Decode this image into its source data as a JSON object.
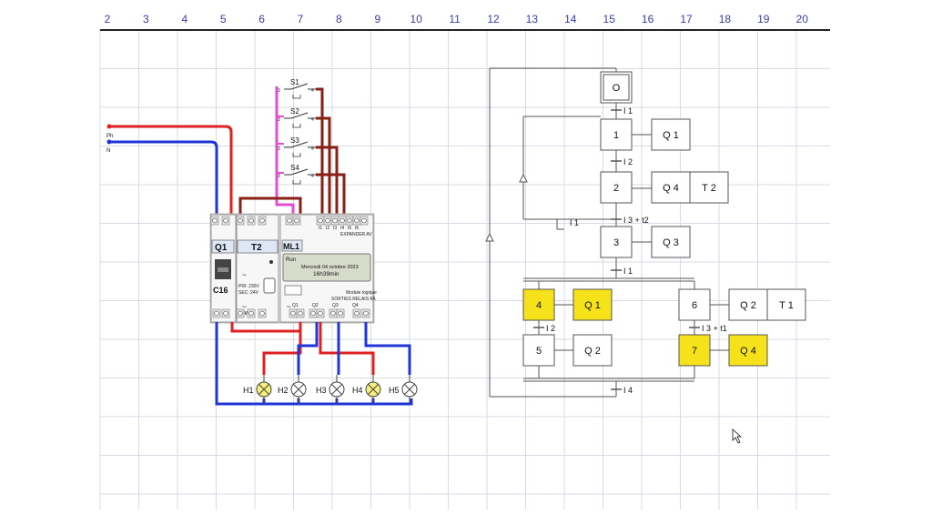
{
  "column_numbers": [
    "2",
    "3",
    "4",
    "5",
    "6",
    "7",
    "8",
    "9",
    "10",
    "11",
    "12",
    "13",
    "14",
    "15",
    "16",
    "17",
    "18",
    "19",
    "20"
  ],
  "wiring": {
    "supply_phase": "Ph",
    "supply_neutral": "N",
    "switches": [
      "S1",
      "S2",
      "S3",
      "S4"
    ],
    "switch_terminal_left": "3",
    "switch_terminal_right": "4",
    "breaker_label": "Q1",
    "breaker_rating": "C16",
    "transformer_label": "T2",
    "transformer_plate_1": "PRI: 230V",
    "transformer_plate_2": "SEC: 24V",
    "transformer_out": "24V",
    "controller_label": "ML1",
    "controller_brand": "EXPANDER AV",
    "controller_status": "Run",
    "controller_date": "Mercredi 04 octobre 2023",
    "controller_time": "16h39min",
    "controller_inputs": [
      "I1",
      "I2",
      "I3",
      "I4",
      "I5",
      "I6"
    ],
    "controller_outputs": [
      "Q1",
      "Q2",
      "Q3",
      "Q4"
    ],
    "controller_out_caption": "SORTIES RELAIS 8A",
    "controller_bottom_caption": "Module logique",
    "lamps": [
      {
        "name": "H1",
        "lit": true
      },
      {
        "name": "H2",
        "lit": false
      },
      {
        "name": "H3",
        "lit": false
      },
      {
        "name": "H4",
        "lit": true
      },
      {
        "name": "H5",
        "lit": false
      },
      {
        "name": "",
        "lit": false
      }
    ]
  },
  "grafcet": {
    "initial_step": "O",
    "steps": [
      {
        "id": "1",
        "active": false,
        "actions": [
          "Q 1"
        ]
      },
      {
        "id": "2",
        "active": false,
        "actions": [
          "Q 4",
          "T 2"
        ]
      },
      {
        "id": "3",
        "active": false,
        "actions": [
          "Q 3"
        ]
      },
      {
        "id": "4",
        "active": true,
        "actions": [
          "Q 1"
        ]
      },
      {
        "id": "5",
        "active": false,
        "actions": [
          "Q 2"
        ]
      },
      {
        "id": "6",
        "active": false,
        "actions": [
          "Q 2",
          "T 1"
        ]
      },
      {
        "id": "7",
        "active": true,
        "actions": [
          "Q 4"
        ]
      }
    ],
    "transitions": {
      "t0_1": "I 1",
      "t1_2": "I 2",
      "t2_3": "I 3 + t2",
      "t2_loop": "I 1",
      "t3_par": "I 1",
      "t4_5": "I 2",
      "t6_7": "I 3 + t1",
      "t_end": "I 4"
    },
    "colors": {
      "active": "#f5e21a",
      "normal": "#ffffff",
      "line": "#555555"
    }
  }
}
